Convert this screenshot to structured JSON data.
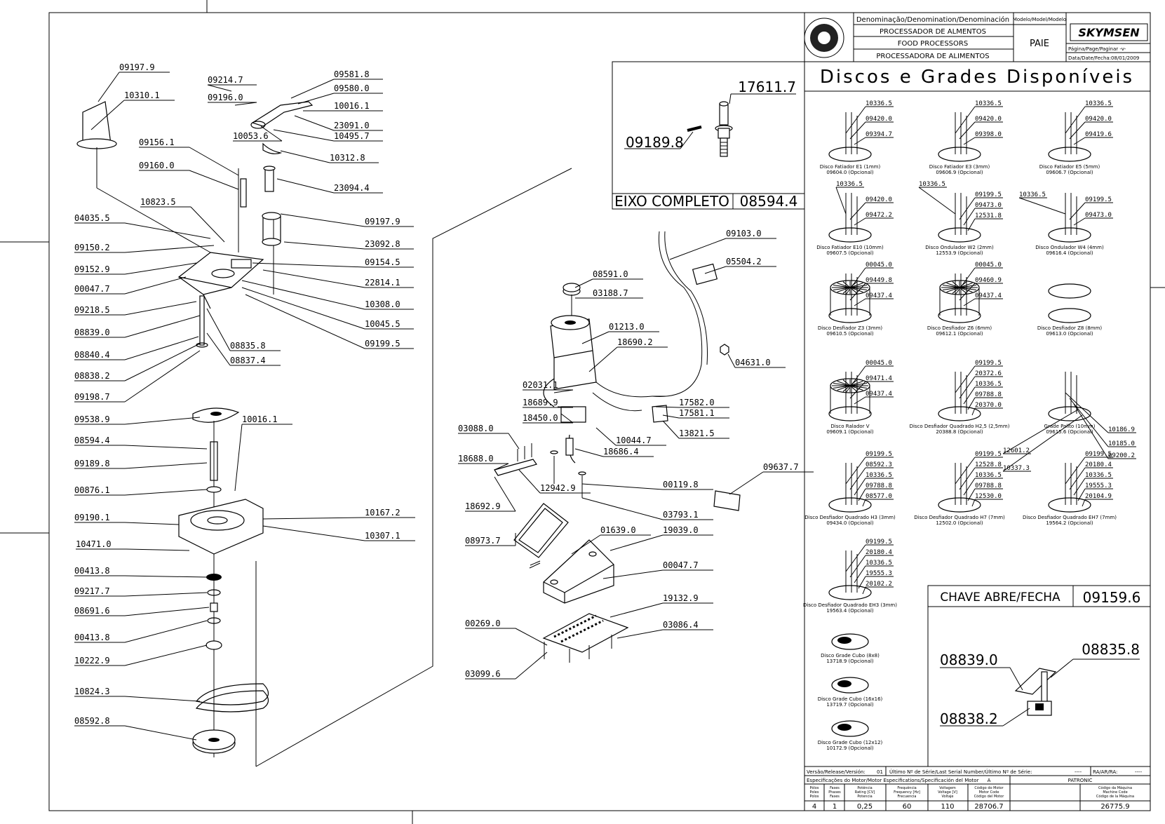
{
  "title_block": {
    "header_denominacao": "Denominação/Denomination/Denominación",
    "header_modelo": "Modelo/Model/Modelo",
    "names": [
      "PROCESSADOR DE ALMENTOS",
      "FOOD PROCESSORS",
      "PROCESSADORA DE ALIMENTOS"
    ],
    "model": "PAIE",
    "brand": "SKYMSEN",
    "page_label": "Página/Page/Paginar -v-",
    "date_label": "Data/Date/Fecha:08/01/2009"
  },
  "sections": {
    "discos_title": "Discos e Grades Disponíveis",
    "eixo_title": "EIXO COMPLETO",
    "eixo_code": "08594.4",
    "chave_title": "CHAVE ABRE/FECHA",
    "chave_code": "09159.6"
  },
  "eixo_parts": [
    "17611.7",
    "09189.8"
  ],
  "chave_parts": [
    "08839.0",
    "08835.8",
    "08838.2"
  ],
  "left_parts": [
    "09197.9",
    "10310.1",
    "09156.1",
    "09160.0",
    "10823.5",
    "04035.5",
    "09150.2",
    "09152.9",
    "00047.7",
    "09218.5",
    "08839.0",
    "08840.4",
    "08838.2",
    "09198.7",
    "08835.8",
    "08837.4",
    "09538.9",
    "10016.1",
    "08594.4",
    "09189.8",
    "00876.1",
    "09190.1",
    "10471.0",
    "00413.8",
    "09217.7",
    "08691.6",
    "00413.8",
    "10222.9",
    "10824.3",
    "08592.8",
    "10167.2",
    "10307.1"
  ],
  "top_parts": [
    "09214.7",
    "09196.0",
    "09581.8",
    "09580.0",
    "10016.1",
    "23091.0",
    "10053.6",
    "10495.7",
    "10312.8",
    "23094.4",
    "09197.9",
    "23092.8",
    "09154.5",
    "22814.1",
    "10308.0",
    "10045.5",
    "09199.5"
  ],
  "center_parts": [
    "09103.0",
    "05504.2",
    "08591.0",
    "03188.7",
    "01213.0",
    "18690.2",
    "04631.0",
    "02031.1",
    "18689.9",
    "18450.0",
    "17582.0",
    "17581.1",
    "13821.5",
    "10044.7",
    "18686.4",
    "03088.0",
    "18688.0",
    "12942.9",
    "18692.9",
    "09637.7",
    "00119.8",
    "03793.1",
    "08973.7",
    "01639.0",
    "19039.0",
    "00047.7",
    "19132.9",
    "00269.0",
    "03086.4",
    "03099.6"
  ],
  "discs": [
    {
      "name": "Disco Fatiador E1 (1mm)",
      "code": "09604.0 (Opcional)",
      "parts": [
        "10336.5",
        "09420.0",
        "09394.7"
      ]
    },
    {
      "name": "Disco Fatiador E3 (3mm)",
      "code": "09606.9 (Opcional)",
      "parts": [
        "10336.5",
        "09420.0",
        "09398.0"
      ]
    },
    {
      "name": "Disco Fatiador E5 (5mm)",
      "code": "09606.7 (Opcional)",
      "parts": [
        "10336.5",
        "09420.0",
        "09419.6"
      ]
    },
    {
      "name": "Disco Fatiador E10 (10mm)",
      "code": "09607.5 (Opcional)",
      "parts": [
        "10336.5",
        "09420.0",
        "09472.2"
      ]
    },
    {
      "name": "Disco Ondulador W2 (2mm)",
      "code": "12553.9 (Opcional)",
      "parts": [
        "10336.5",
        "09199.5",
        "09473.0",
        "12531.8"
      ]
    },
    {
      "name": "Disco Ondulador W4 (4mm)",
      "code": "09616.4 (Opcional)",
      "parts": [
        "10336.5",
        "09199.5",
        "09473.0"
      ]
    },
    {
      "name": "Disco Desfiador Z3 (3mm)",
      "code": "09610.5 (Opcional)",
      "parts": [
        "00045.0",
        "09449.8",
        "09437.4"
      ]
    },
    {
      "name": "Disco Desfiador Z6 (6mm)",
      "code": "09612.1 (Opcional)",
      "parts": [
        "00045.0",
        "09460.9",
        "09437.4"
      ]
    },
    {
      "name": "Disco Desfiador Z8 (8mm)",
      "code": "09613.0 (Opcional)",
      "parts": []
    },
    {
      "name": "Disco Ralador V",
      "code": "09609.1 (Opcional)",
      "parts": [
        "00045.0",
        "09471.4",
        "09437.4"
      ]
    },
    {
      "name": "Disco Desfiador Quadrado H2,5 (2,5mm)",
      "code": "20388.8 (Opcional)",
      "parts": [
        "09199.5",
        "20372.6",
        "10336.5",
        "09788.8",
        "20370.0"
      ]
    },
    {
      "name": "Grade Palito (10mm)",
      "code": "09615.6 (Opcional)",
      "parts": [
        "10186.9",
        "10185.0",
        "09200.2",
        "12601.2",
        "10337.3"
      ]
    },
    {
      "name": "Disco Desfiador Quadrado H3 (3mm)",
      "code": "09434.0 (Opcional)",
      "parts": [
        "09199.5",
        "08592.3",
        "10336.5",
        "09788.8",
        "08577.0"
      ]
    },
    {
      "name": "Disco Desfiador Quadrado H7 (7mm)",
      "code": "12502.0 (Opcional)",
      "parts": [
        "09199.5",
        "12528.8",
        "10336.5",
        "09788.8",
        "12530.0"
      ]
    },
    {
      "name": "Disco Desfiador Quadrado EH7 (7mm)",
      "code": "19564.2 (Opcional)",
      "parts": [
        "09199.5",
        "20180.4",
        "10336.5",
        "19555.3",
        "20104.9"
      ]
    },
    {
      "name": "Disco Desfiador Quadrado EH3 (3mm)",
      "code": "19563.4 (Opcional)",
      "parts": [
        "09199.5",
        "20180.4",
        "10336.5",
        "19555.3",
        "20102.2"
      ]
    },
    {
      "name": "Disco Grade Cubo (8x8)",
      "code": "13718.9 (Opcional)",
      "parts": []
    },
    {
      "name": "Disco Grade Cubo (16x16)",
      "code": "13719.7 (Opcional)",
      "parts": []
    },
    {
      "name": "Disco Grade Cubo (12x12)",
      "code": "10172.9 (Opcional)",
      "parts": []
    }
  ],
  "footer": {
    "version_label": "Versão/Release/Versión:",
    "version_value": "01",
    "serial_label": "Último Nº de Série/Last Serial Number/Último Nº de Série:",
    "serial_value": "----",
    "ra_label": "RA/AR/RA:",
    "ra_value": "----",
    "motor_spec_label": "Especificações do Motor/Motor Especifications/Specificación del Motor",
    "motor_spec_value": "A",
    "patron_label": "PATRONIC",
    "col_headers": [
      "Pólos / Poles / Polos",
      "Fases / Phases / Fases",
      "Potência / Rating [CV] / Potencia",
      "Frequência / Frequency [Hz] / Frecuencia",
      "Voltagem / Voltage [V] / Voltaje",
      "Código do Motor / Motor Code / Código del Motor",
      "Código da Máquina / Machine Code / Código de la Máquina"
    ],
    "values": [
      "4",
      "1",
      "0,25",
      "60",
      "110",
      "28706.7",
      "26775.9"
    ]
  }
}
